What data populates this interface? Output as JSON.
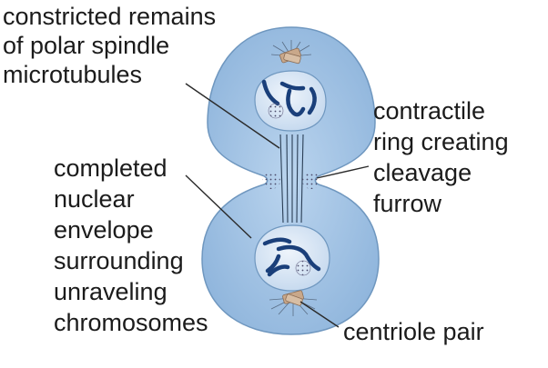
{
  "diagram": {
    "labels": {
      "spindle": [
        "constricted remains",
        "of polar spindle",
        "microtubules"
      ],
      "ring": [
        "contractile",
        "ring creating",
        "cleavage",
        "furrow"
      ],
      "envelope": [
        "completed",
        "nuclear",
        "envelope",
        "surrounding",
        "unraveling",
        "chromosomes"
      ],
      "centriole": [
        "centriole pair"
      ]
    },
    "colors": {
      "cytoplasm": "#9ec1e3",
      "cytoplasm_edge": "#6f97bf",
      "nucleus": "#d8e6f4",
      "chromosome": "#1a3f7a",
      "centriole": "#c9a88a",
      "text": "#1b1b1b"
    }
  }
}
